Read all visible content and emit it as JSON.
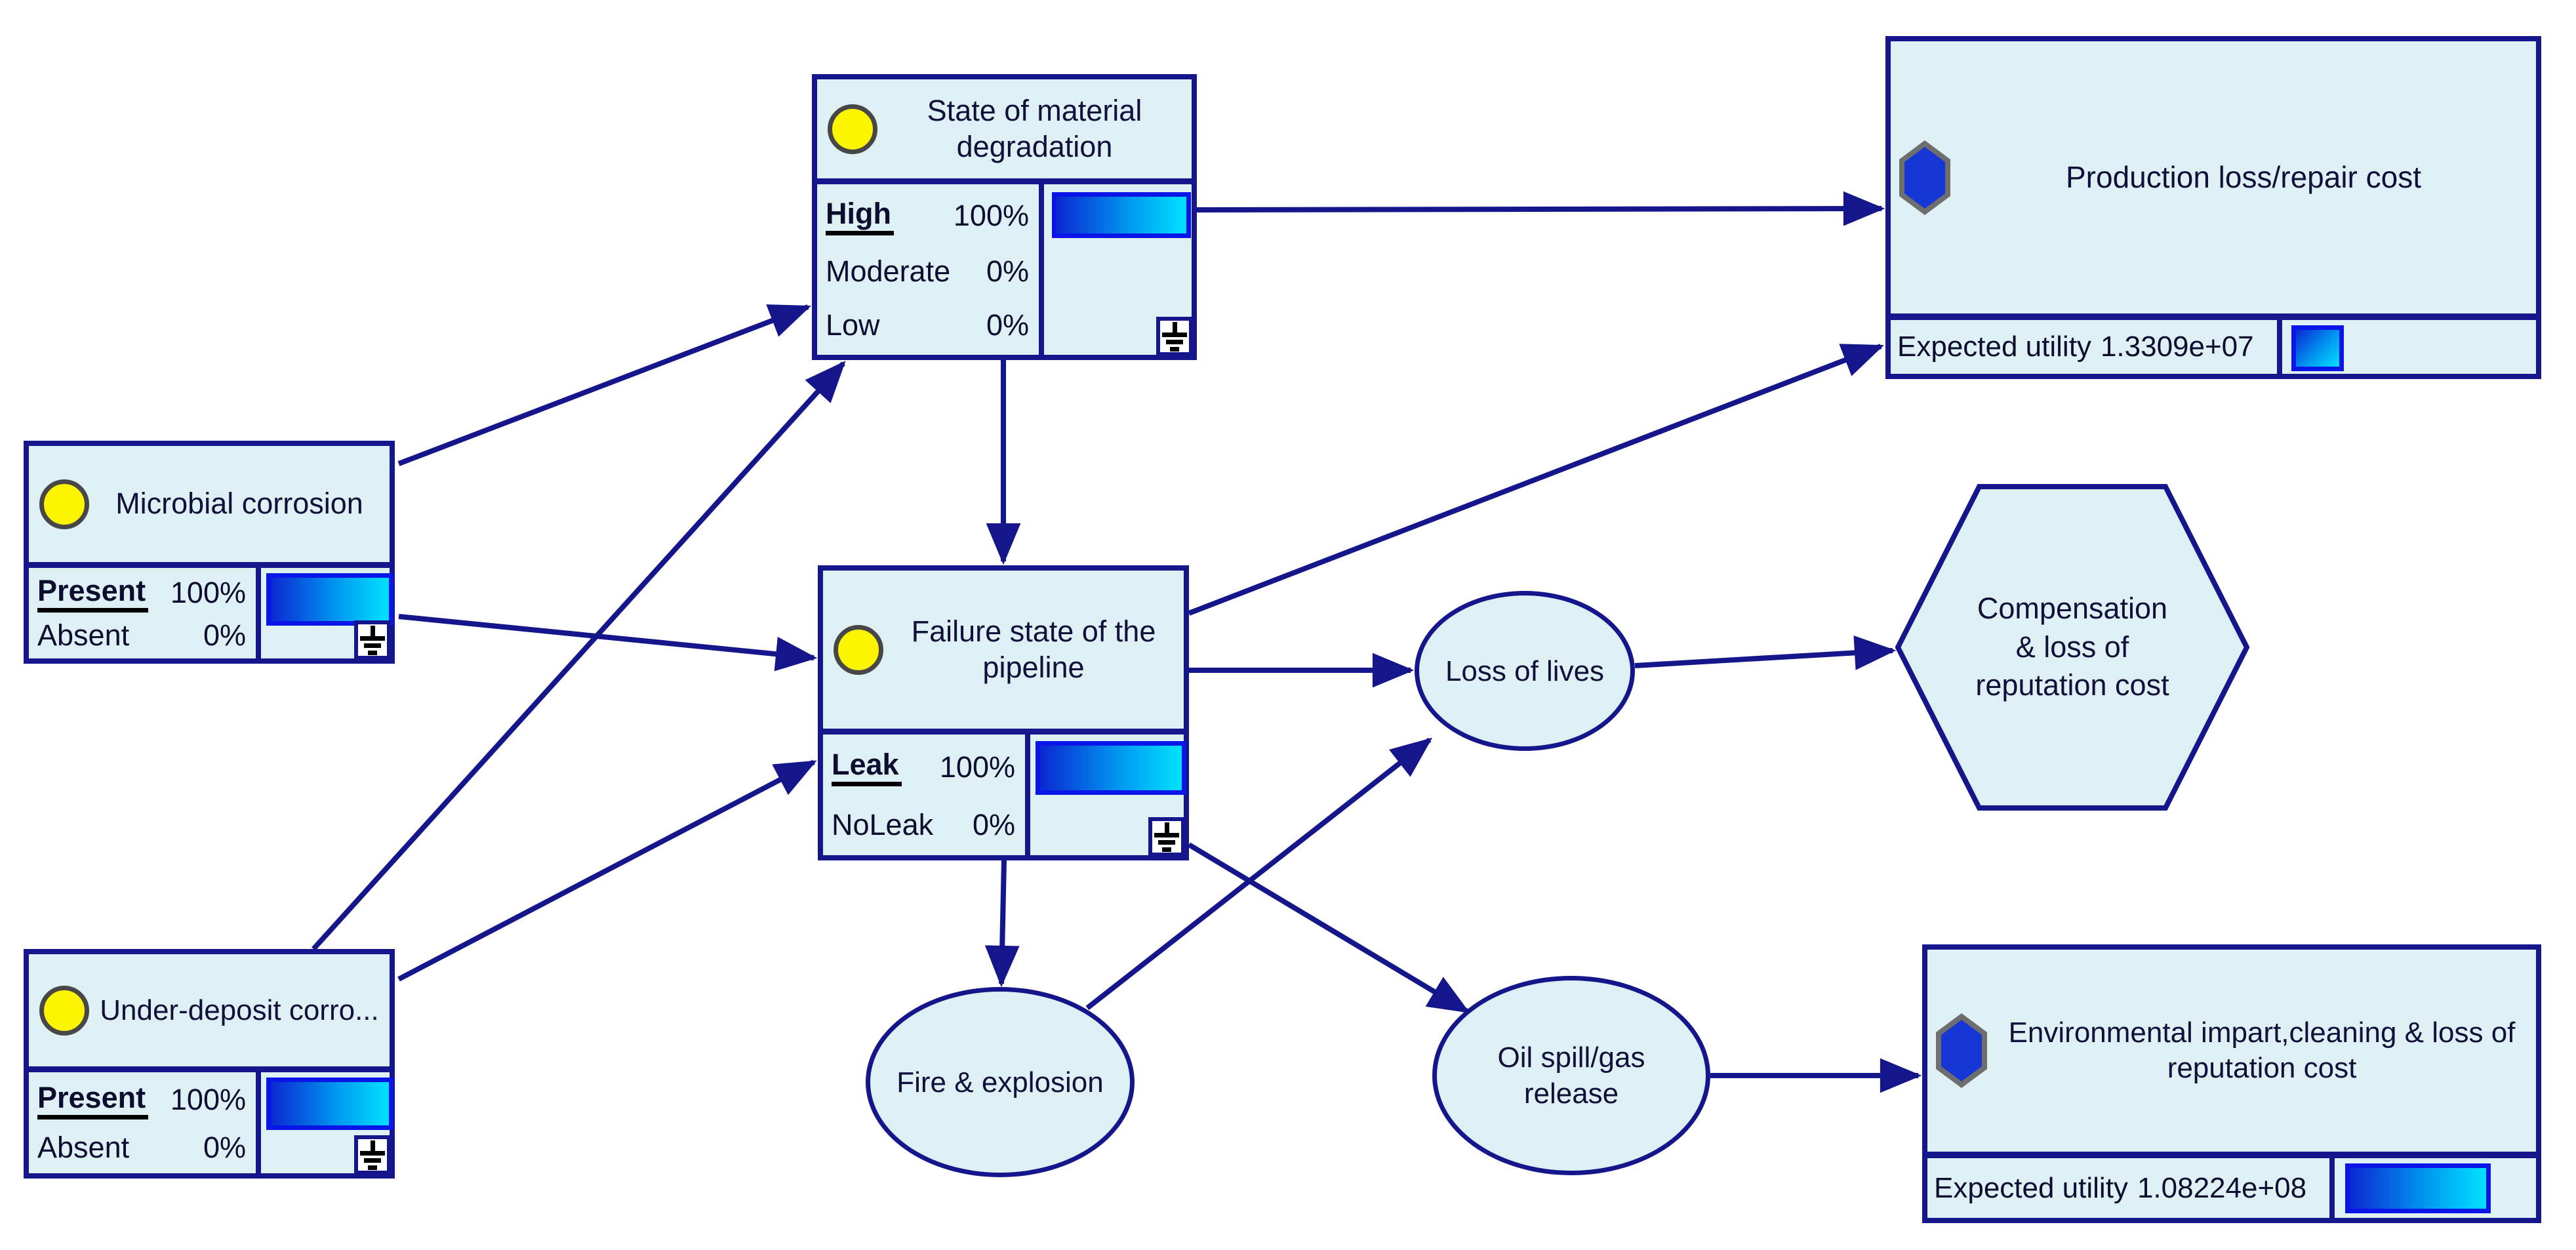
{
  "colors": {
    "background": "#ffffff",
    "node_fill": "#def0f4",
    "node_border": "#16168c",
    "edge": "#16168c",
    "bar_border": "#0a16e8",
    "bar_gradient_start": "#0b28d2",
    "bar_gradient_end": "#00e2ff",
    "chance_icon_fill": "#fdf400",
    "utility_icon_fill": "#1636d6",
    "text": "#10103a"
  },
  "icons": {
    "chance": "yellow-circle-icon",
    "utility": "blue-hexagon-icon",
    "evidence": "ground-icon"
  },
  "nodes": {
    "degradation": {
      "title": "State of material\ndegradation",
      "states": [
        {
          "label": "High",
          "value": "100%"
        },
        {
          "label": "Moderate",
          "value": "0%"
        },
        {
          "label": "Low",
          "value": "0%"
        }
      ]
    },
    "microbial": {
      "title": "Microbial corrosion",
      "states": [
        {
          "label": "Present",
          "value": "100%"
        },
        {
          "label": "Absent",
          "value": "0%"
        }
      ]
    },
    "underdeposit": {
      "title": "Under-deposit corro...",
      "states": [
        {
          "label": "Present",
          "value": "100%"
        },
        {
          "label": "Absent",
          "value": "0%"
        }
      ]
    },
    "failure": {
      "title": "Failure state of the\npipeline",
      "states": [
        {
          "label": "Leak",
          "value": "100%"
        },
        {
          "label": "NoLeak",
          "value": "0%"
        }
      ]
    },
    "production": {
      "title": "Production loss/repair cost",
      "utility_label": "Expected utility",
      "utility_value": "1.3309e+07"
    },
    "environmental": {
      "title": "Environmental impart,cleaning & loss of\nreputation cost",
      "utility_label": "Expected utility",
      "utility_value": "1.08224e+08"
    },
    "loss_of_lives": {
      "title": "Loss of lives"
    },
    "fire_explosion": {
      "title": "Fire & explosion"
    },
    "oil_spill": {
      "title": "Oil spill/gas\nrelease"
    },
    "compensation": {
      "title": "Compensation\n& loss of\nreputation cost"
    }
  }
}
